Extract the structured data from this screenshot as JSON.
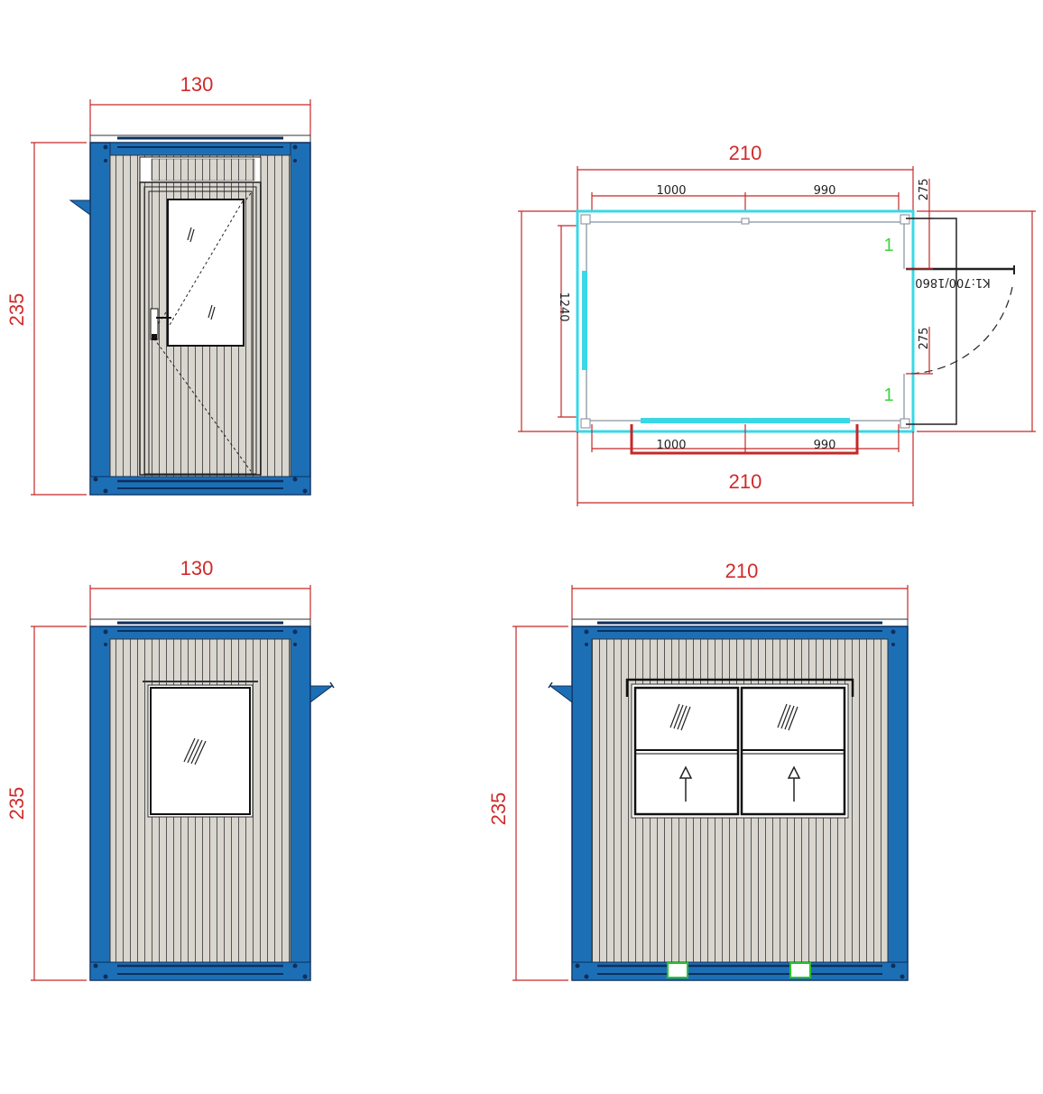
{
  "colors": {
    "frame_blue": "#1d6fb5",
    "frame_dark": "#0d2f5c",
    "panel": "#d9d6cf",
    "dimension": "#c62828",
    "wall_cyan": "#39d8e6",
    "leg_green": "#29c429"
  },
  "views": {
    "front": {
      "width_label": "130",
      "height_label": "235"
    },
    "plan": {
      "top_total": "210",
      "top_left": "1000",
      "top_right": "990",
      "bottom_left": "1000",
      "bottom_right": "990",
      "bottom_total": "210",
      "left_depth": "1240",
      "right_upper": "275",
      "right_lower": "275",
      "door_label": "K1:700/1860",
      "post_mark_1": "1",
      "post_mark_2": "1"
    },
    "side": {
      "width_label": "130",
      "height_label": "235"
    },
    "long": {
      "width_label": "210",
      "height_label": "235"
    }
  }
}
